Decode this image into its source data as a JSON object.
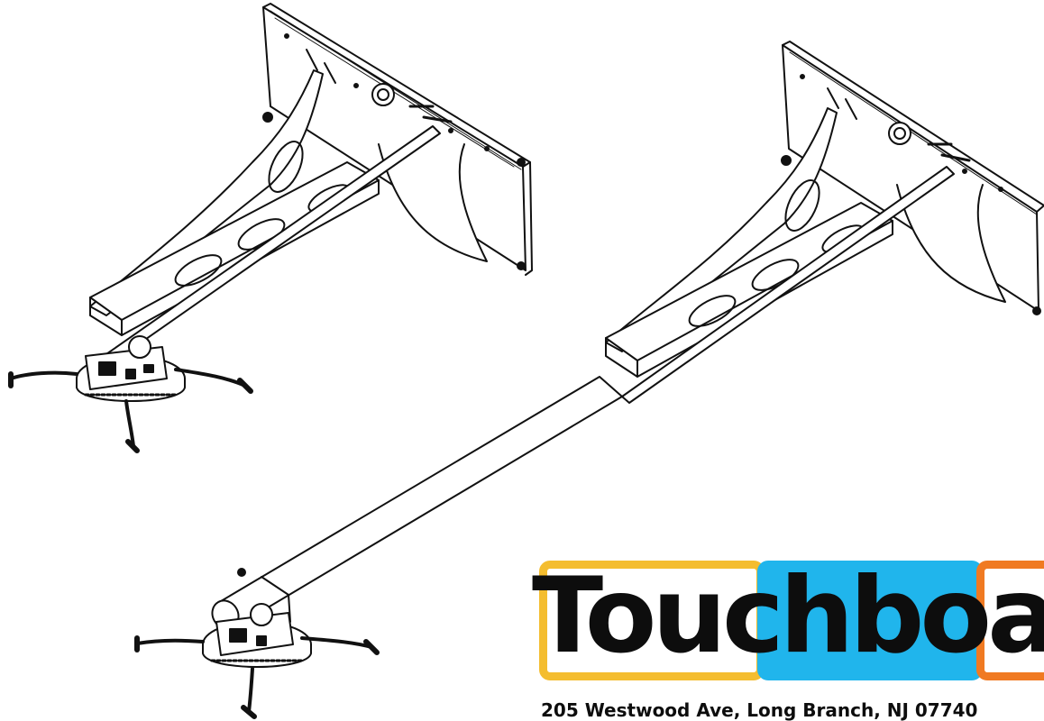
{
  "logo": {
    "name": "Touchboard",
    "wordmark": "Touchboar",
    "address": "205 Westwood Ave, Long Branch, NJ 07740",
    "colors": {
      "yellow": "#f4bd2f",
      "blue": "#20b5ec",
      "orange": "#f07a22",
      "text": "#0d0d0d"
    }
  },
  "illustration": {
    "subject": "projector ceiling mount",
    "variants": [
      "short wall-arm mount",
      "long-extension wall-arm mount"
    ],
    "line_color": "#111111"
  }
}
